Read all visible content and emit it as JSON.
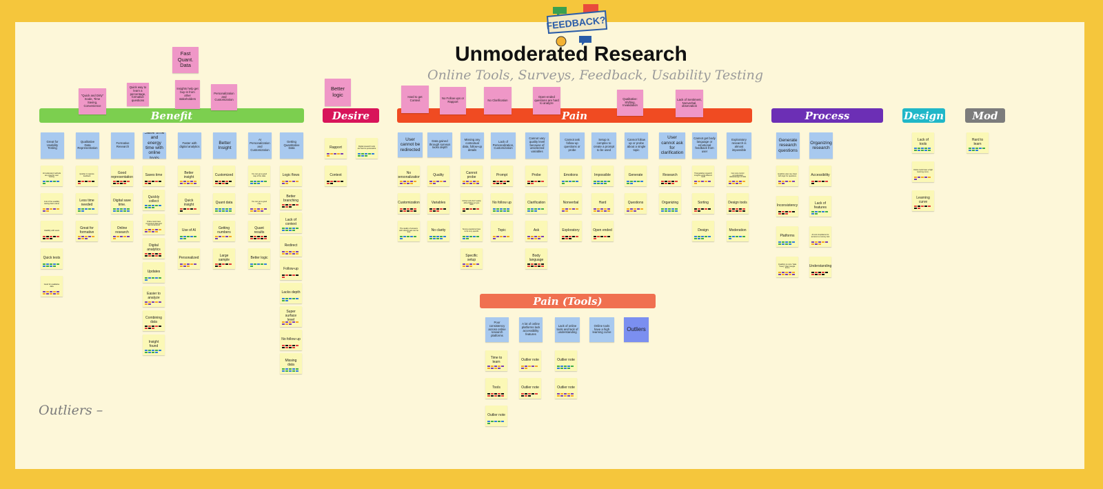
{
  "header": {
    "title": "Unmoderated Research",
    "subtitle": "Online Tools, Surveys, Feedback, Usability Testing",
    "logo_text": "FEEDBACK?"
  },
  "colors": {
    "frame": "#f5c63c",
    "board": "#fdf7d9",
    "benefit": "#7ccf4f",
    "desire": "#d8145a",
    "pain": "#f04b22",
    "process": "#6c2fb5",
    "design": "#20b7c8",
    "mod": "#7c7c7c",
    "pain_tools": "#f07050",
    "blue_note": "#a8c9ef",
    "pink_note": "#ef97c7",
    "yellow_note": "#fbf8b6"
  },
  "dot_colors": [
    "#2f7de0",
    "#f5a623",
    "#e23b3b",
    "#3fae49",
    "#7b3fb5",
    "#111111"
  ],
  "sections": {
    "benefit": "Benefit",
    "desire": "Desire",
    "pain": "Pain",
    "process": "Process",
    "design": "Design",
    "mod": "Mod",
    "pain_tools": "Pain (Tools)"
  },
  "outliers_label": "Outliers –",
  "pink_notes": [
    {
      "text": "Fast Quant. Data"
    },
    {
      "text": "\"Quick and Dirty\" Scale, Time Saving, Convenience"
    },
    {
      "text": "Quick way to learn a percentage, formative questions"
    },
    {
      "text": "Insights help get buy-in from other stakeholders"
    },
    {
      "text": "Personalization and Customization"
    },
    {
      "text": "Better logic"
    },
    {
      "text": "Hard to get Context"
    },
    {
      "text": "No Follow ups or Rapport"
    },
    {
      "text": "No Clarification"
    },
    {
      "text": "Open-ended questions are hard to analyze"
    },
    {
      "text": "Qualitative: Shifting, Invalidation"
    },
    {
      "text": "Lack of Sentiment, Nonverbal, observation"
    }
  ],
  "blue_notes": [
    {
      "text": "Great for Usability Testing"
    },
    {
      "text": "Qualitative Data Representation"
    },
    {
      "text": "Formative Research"
    },
    {
      "text": "Save time and energy time with online tools"
    },
    {
      "text": "Faster with digital analytics"
    },
    {
      "text": "Better Insight"
    },
    {
      "text": "AI Personalization and Customization"
    },
    {
      "text": "Getting Quantitative Data"
    },
    {
      "text": "User cannot be redirected"
    },
    {
      "text": "Data gained through surveys lacks depth"
    },
    {
      "text": "Missing any contextual data, follow-up details"
    },
    {
      "text": "Lack of Personalization, Customization"
    },
    {
      "text": "Cannot vary quality level because of unselected variables"
    },
    {
      "text": "Cannot ask follow-up questions or probe"
    },
    {
      "text": "Setup is complex to create a prompt to be used"
    },
    {
      "text": "Cannot follow up or probe about a single topic"
    },
    {
      "text": "User cannot ask for clarification"
    },
    {
      "text": "Cannot get body language or emotional feedback from user"
    },
    {
      "text": "Exploratory research is almost impossible"
    },
    {
      "text": "Generate research questions"
    },
    {
      "text": "Organizing research"
    },
    {
      "text": "Poor consistency across online research platforms"
    },
    {
      "text": "A lot of online platforms lack accessibility features"
    },
    {
      "text": "Lack of online tools and lack of understanding"
    },
    {
      "text": "Online tools have a high learning curve"
    },
    {
      "text": "Outliers"
    }
  ],
  "yellow_notes": [
    {
      "text": "Unmoderated methods are great for user testing"
    },
    {
      "text": "A lot of the usability testing that is done"
    },
    {
      "text": "Usability with users"
    },
    {
      "text": "Quick tests"
    },
    {
      "text": "Good for qualitative data"
    },
    {
      "text": "Quicker to capture feedback"
    },
    {
      "text": "Less time needed"
    },
    {
      "text": "Great for formative"
    },
    {
      "text": "Good representation"
    },
    {
      "text": "Digital save time."
    },
    {
      "text": "Online research"
    },
    {
      "text": "Saves time"
    },
    {
      "text": "Quickly collect"
    },
    {
      "text": "Online tools have convenient data and fast turnaround"
    },
    {
      "text": "Digital analytics"
    },
    {
      "text": "Updates"
    },
    {
      "text": "Easier to analyze"
    },
    {
      "text": "Combining data"
    },
    {
      "text": "Insight found"
    },
    {
      "text": "Better insight"
    },
    {
      "text": "Quick insight"
    },
    {
      "text": "Use of AI"
    },
    {
      "text": "Personalized"
    },
    {
      "text": "Customized"
    },
    {
      "text": "Quant data"
    },
    {
      "text": "Getting numbers"
    },
    {
      "text": "Large sample"
    },
    {
      "text": "You can get a good map of the data"
    },
    {
      "text": "You can get a good map"
    },
    {
      "text": "Quant results"
    },
    {
      "text": "Better logic"
    },
    {
      "text": "Logic flows"
    },
    {
      "text": "Better branching"
    },
    {
      "text": "Lack of context"
    },
    {
      "text": "Redirect"
    },
    {
      "text": "Follow-up"
    },
    {
      "text": "Lacks depth"
    },
    {
      "text": "Super surface level"
    },
    {
      "text": "No follow up"
    },
    {
      "text": "Missing data"
    },
    {
      "text": "Rapport"
    },
    {
      "text": "Context"
    },
    {
      "text": "Digital research tools are hard to personalize"
    },
    {
      "text": "No personalization"
    },
    {
      "text": "Customization"
    },
    {
      "text": "The quality of answers with various sets can be less"
    },
    {
      "text": "Quality"
    },
    {
      "text": "Variables"
    },
    {
      "text": "No clarity"
    },
    {
      "text": "Cannot probe"
    },
    {
      "text": "Online tools don't easily allow follow-up type asks"
    },
    {
      "text": "Survey questions have to be very specific"
    },
    {
      "text": "Specific setup"
    },
    {
      "text": "Prompt"
    },
    {
      "text": "No follow up"
    },
    {
      "text": "Topic"
    },
    {
      "text": "Probe"
    },
    {
      "text": "Clarification"
    },
    {
      "text": "Ask"
    },
    {
      "text": "Body language"
    },
    {
      "text": "Emotions"
    },
    {
      "text": "Nonverbal"
    },
    {
      "text": "Exploratory"
    },
    {
      "text": "Impossible"
    },
    {
      "text": "Hard"
    },
    {
      "text": "Open ended"
    },
    {
      "text": "Generate"
    },
    {
      "text": "Questions"
    },
    {
      "text": "Research"
    },
    {
      "text": "Organizing"
    },
    {
      "text": "Triangulating research insights using different tools"
    },
    {
      "text": "Sorting"
    },
    {
      "text": "Design"
    },
    {
      "text": "Can now control unmoderated delete/assign of data"
    },
    {
      "text": "Design tools"
    },
    {
      "text": "Moderation"
    },
    {
      "text": "Qualtrics was very clear with logic for questions"
    },
    {
      "text": "Inconsistency"
    },
    {
      "text": "Platforms"
    },
    {
      "text": "Qualtrics is more \"data heavy\" than Google forms"
    },
    {
      "text": "Accessibility"
    },
    {
      "text": "Lack of features"
    },
    {
      "text": "AI tool compliance for access to a survey tool"
    },
    {
      "text": "Understanding"
    },
    {
      "text": "Lack of tools"
    },
    {
      "text": "Online tools have a high learning curve."
    },
    {
      "text": "Learning curve"
    },
    {
      "text": "Hard to learn"
    },
    {
      "text": "Time to learn"
    },
    {
      "text": "Tools"
    },
    {
      "text": "Outlier note"
    },
    {
      "text": "Outlier note"
    },
    {
      "text": "Outlier note"
    },
    {
      "text": "Outlier note"
    },
    {
      "text": "Outlier note"
    }
  ]
}
